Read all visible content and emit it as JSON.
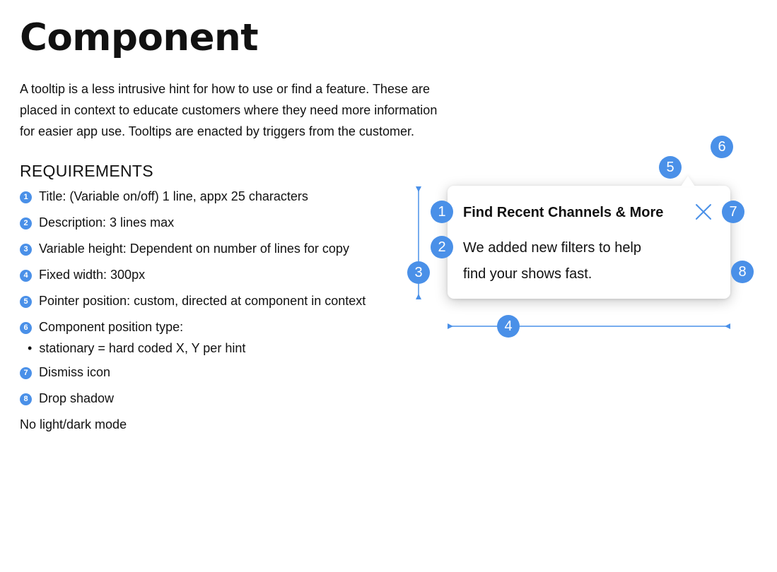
{
  "page": {
    "title": "Component",
    "intro_lines": [
      "A tooltip is a less intrusive hint for how to use or find a feature.  These are",
      "placed in context to educate customers where they need more information",
      "for easier app use.  Tooltips are enacted by triggers from the customer."
    ],
    "requirements_heading": "REQUIREMENTS",
    "requirements": [
      {
        "num": "1",
        "text": "Title: (Variable on/off) 1 line, appx 25 characters"
      },
      {
        "num": "2",
        "text": "Description: 3 lines max"
      },
      {
        "num": "3",
        "text": "Variable height: Dependent on number of lines for copy"
      },
      {
        "num": "4",
        "text": "Fixed width: 300px"
      },
      {
        "num": "5",
        "text": "Pointer position: custom, directed at component in context"
      },
      {
        "num": "6",
        "text": "Component position type:"
      },
      {
        "num": "7",
        "text": "Dismiss icon"
      },
      {
        "num": "8",
        "text": "Drop shadow"
      }
    ],
    "sub_requirement": {
      "bullet": "•",
      "text": "stationary = hard coded X, Y per hint"
    },
    "footnote": "No light/dark mode"
  },
  "tooltip": {
    "title": "Find Recent Channels & More",
    "description_lines": [
      "We added new filters to help",
      "find your shows fast."
    ]
  },
  "callouts": [
    "1",
    "2",
    "3",
    "4",
    "5",
    "6",
    "7",
    "8"
  ],
  "colors": {
    "accent": "#4a90e8",
    "text": "#111111",
    "background": "#ffffff"
  },
  "icons": {
    "dismiss": "close-icon",
    "pointer": "tooltip-pointer"
  }
}
